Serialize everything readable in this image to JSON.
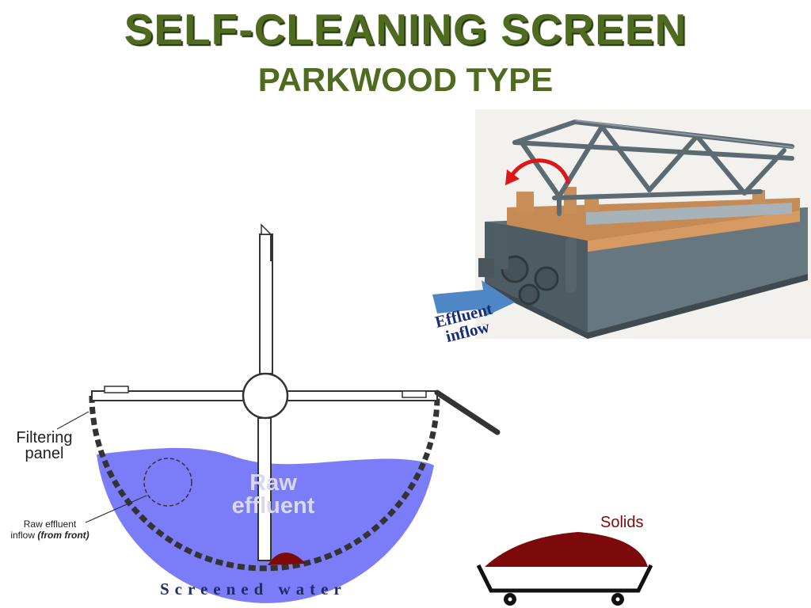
{
  "title": "SELF-CLEANING SCREEN",
  "subtitle": "PARKWOOD TYPE",
  "labels": {
    "filtering_panel_line1": "Filtering",
    "filtering_panel_line2": "panel",
    "raw_effluent_line1": "Raw",
    "raw_effluent_line2": "effluent",
    "raw_inflow_line1": "Raw effluent",
    "raw_inflow_line2_plain": "inflow ",
    "raw_inflow_line2_italic": "(from front)",
    "screened_water": "Screened water",
    "solids": "Solids",
    "effluent_inflow_line1": "Effluent",
    "effluent_inflow_line2": "inflow"
  },
  "colors": {
    "title": "#4e6b1f",
    "water": "#7b7cf7",
    "solids": "#7c0a0a",
    "arrow_blue": "#4f86c6",
    "rotation_arrow": "#e01616",
    "machine_frame": "#5a6a72"
  },
  "icons": {
    "rotation": "curved-rotation-arrow-icon",
    "inflow": "blue-inflow-arrow-icon"
  }
}
